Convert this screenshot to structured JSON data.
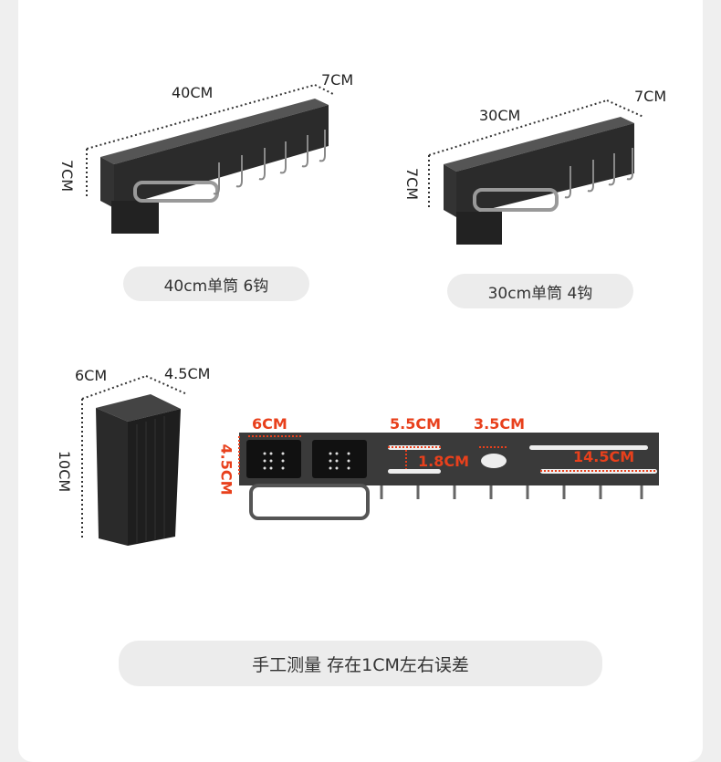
{
  "products": {
    "p40": {
      "width": "40CM",
      "depth": "7CM",
      "height": "7CM",
      "label": "40cm单筒 6钩"
    },
    "p30": {
      "width": "30CM",
      "depth": "7CM",
      "height": "7CM",
      "label": "30cm单筒 4钩"
    }
  },
  "cup": {
    "width": "6CM",
    "depth": "4.5CM",
    "height": "10CM"
  },
  "panel": {
    "slot_w": "6CM",
    "slot_h": "4.5CM",
    "knife_slot": "5.5CM",
    "slot_gap": "1.8CM",
    "oval": "3.5CM",
    "long_slot": "14.5CM"
  },
  "footer": {
    "note": "手工测量 存在1CM左右误差"
  },
  "colors": {
    "accent_red": "#e8401c",
    "pill_bg": "#ececec",
    "rack_dark": "#2b2b2b"
  }
}
